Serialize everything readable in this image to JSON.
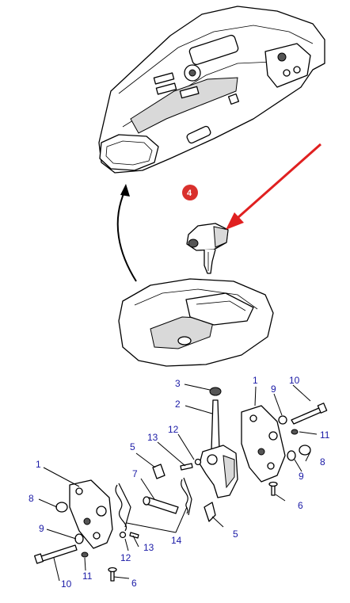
{
  "callout": {
    "number": "4",
    "badge_color": "#d9302c",
    "arrow_color": "#e02020"
  },
  "label_color": "#1a1aa6",
  "labels": {
    "n1_right": "1",
    "n1_left": "1",
    "n2": "2",
    "n3": "3",
    "n4": "4",
    "n5_upper": "5",
    "n5_lower": "5",
    "n6_right": "6",
    "n6_left": "6",
    "n7": "7",
    "n8_right": "8",
    "n8_left": "8",
    "n9_right_top": "9",
    "n9_right_bottom": "9",
    "n9_left": "9",
    "n10_right": "10",
    "n10_left": "10",
    "n11_right": "11",
    "n11_left": "11",
    "n12_upper": "12",
    "n12_lower": "12",
    "n13_upper": "13",
    "n13_lower": "13",
    "n14": "14"
  }
}
